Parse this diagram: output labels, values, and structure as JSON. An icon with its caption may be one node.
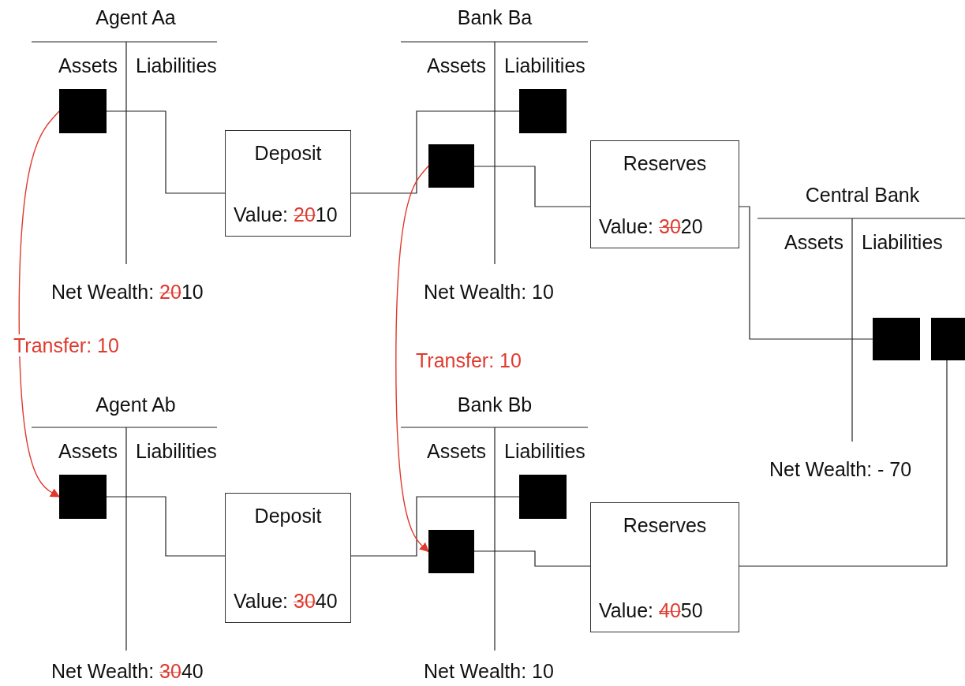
{
  "diagram": {
    "nodes": [
      {
        "text": [
          "Agent Aa",
          "Assets",
          "Liabilities",
          "Net Wealth:",
          "20",
          "10"
        ]
      },
      {
        "text": [],
        "shape": "box",
        "in": 0
      },
      {
        "text": [
          "Deposit",
          "Value:",
          "20",
          "10"
        ]
      },
      {
        "text": [
          "Bank Ba",
          "Assets",
          "Liabilities",
          "Net Wealth: 10"
        ]
      },
      {
        "text": [],
        "shape": "box",
        "in": 3
      },
      {
        "text": [],
        "shape": "box",
        "in": 3
      },
      {
        "text": [
          "Reserves",
          "Value:",
          "30",
          "20"
        ]
      },
      {
        "text": [
          "Central Bank",
          "Assets",
          "Liabilities",
          "Net Wealth: - 70"
        ]
      },
      {
        "text": [],
        "shape": "box",
        "in": 7
      },
      {
        "text": [],
        "shape": "box",
        "in": 7
      },
      {
        "text": [
          "Agent Ab",
          "Assets",
          "Liabilities",
          "Net Wealth:",
          "30",
          "40"
        ]
      },
      {
        "text": [],
        "shape": "box",
        "in": 10
      },
      {
        "text": [
          "Deposit",
          "Value:",
          "30",
          "40"
        ]
      },
      {
        "text": [
          "Bank Bb",
          "Assets",
          "Liabilities",
          "Net Wealth: 10"
        ]
      },
      {
        "text": [],
        "shape": "box",
        "in": 13
      },
      {
        "text": [],
        "shape": "box",
        "in": 13
      },
      {
        "text": [
          "Reserves",
          "Value:",
          "40",
          "50"
        ]
      }
    ],
    "edges": [
      {
        "from": 1,
        "to": 2,
        "arrow": "none"
      },
      {
        "from": 2,
        "to": 4,
        "arrow": "none"
      },
      {
        "from": 5,
        "to": 6,
        "arrow": "none"
      },
      {
        "from": 6,
        "to": 8,
        "arrow": "none"
      },
      {
        "from": 11,
        "to": 12,
        "arrow": "none"
      },
      {
        "from": 12,
        "to": 14,
        "arrow": "none"
      },
      {
        "from": 15,
        "to": 16,
        "arrow": "none"
      },
      {
        "from": 16,
        "to": 9,
        "arrow": "none"
      },
      {
        "from": 1,
        "to": 11,
        "arrow": "to",
        "label": "Transfer: 10",
        "color": "#e03a2e"
      },
      {
        "from": 5,
        "to": 15,
        "arrow": "to",
        "label": "Transfer: 10",
        "color": "#e03a2e"
      }
    ]
  }
}
